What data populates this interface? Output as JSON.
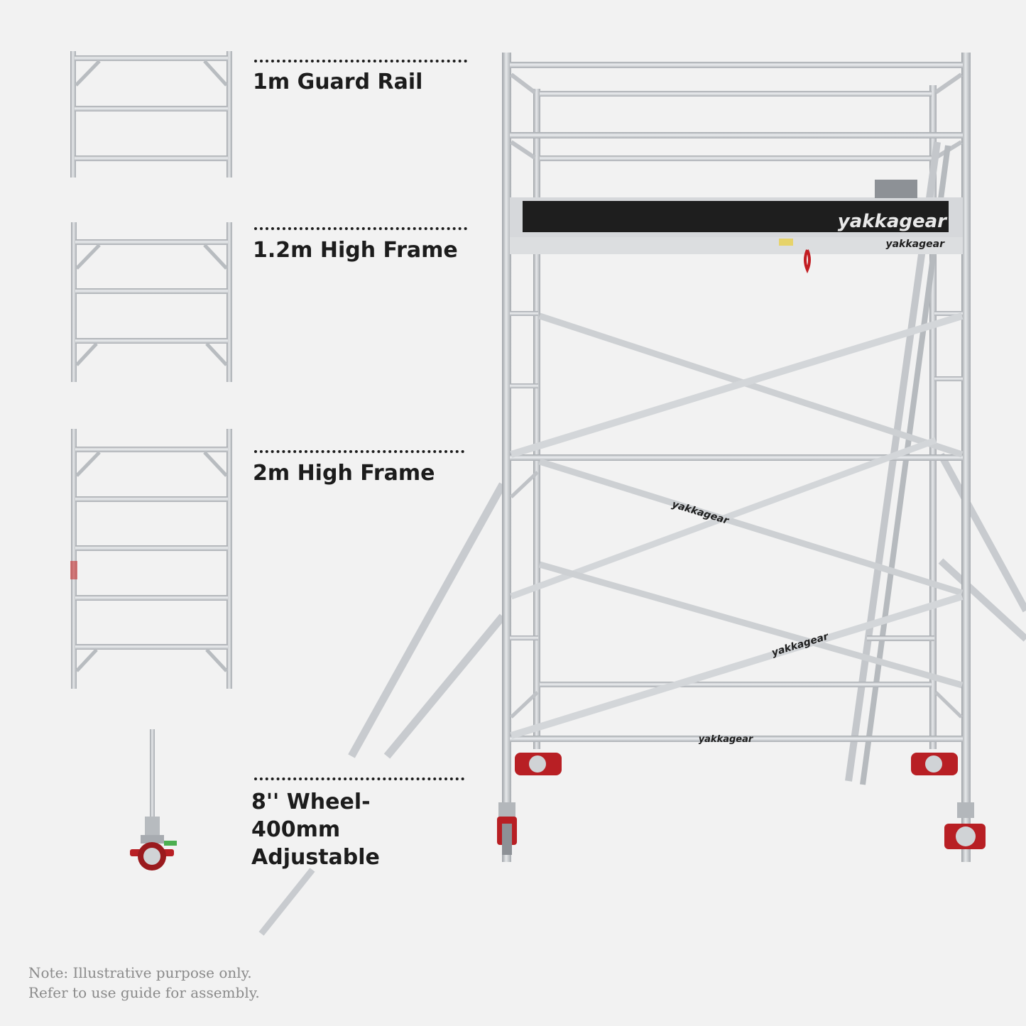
{
  "brand": {
    "name": "yakkagear",
    "colors": {
      "aluminium": "#c9ccd0",
      "aluminium_dark": "#8d9196",
      "deck": "#1e1e1e",
      "wheel": "#b81f24",
      "text": "#1c1c1c",
      "note": "#8a8a8a"
    }
  },
  "components": [
    {
      "label": "1m Guard Rail"
    },
    {
      "label": "1.2m High Frame"
    },
    {
      "label": "2m High Frame"
    },
    {
      "label_lines": [
        "8'' Wheel-",
        "400mm",
        "Adjustable"
      ]
    }
  ],
  "note": {
    "lines": [
      "Note: Illustrative purpose only.",
      "Refer to use guide for assembly."
    ]
  }
}
